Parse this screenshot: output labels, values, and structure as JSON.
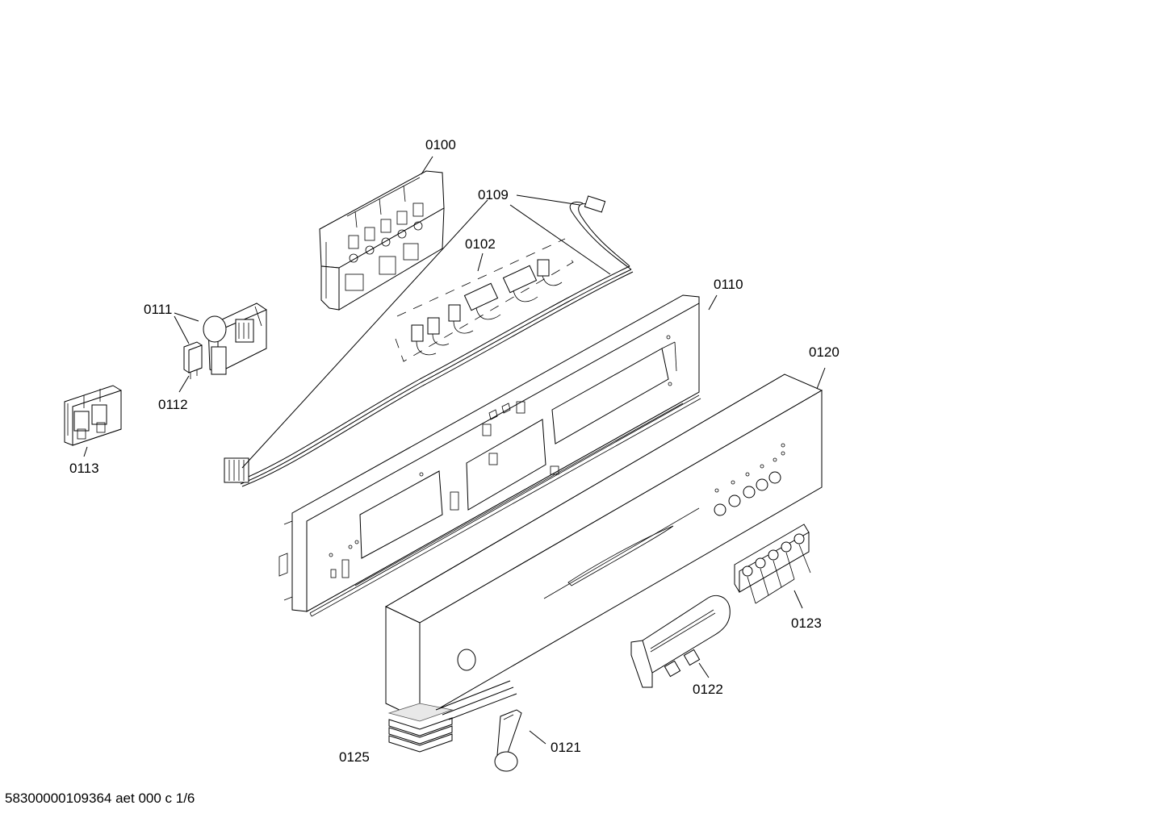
{
  "diagram": {
    "labels": {
      "p0100": "0100",
      "p0109": "0109",
      "p0102": "0102",
      "p0110": "0110",
      "p0111": "0111",
      "p0112": "0112",
      "p0113": "0113",
      "p0120": "0120",
      "p0123": "0123",
      "p0122": "0122",
      "p0121": "0121",
      "p0125": "0125"
    },
    "footer": "58300000109364 aet 000 c 1/6"
  }
}
